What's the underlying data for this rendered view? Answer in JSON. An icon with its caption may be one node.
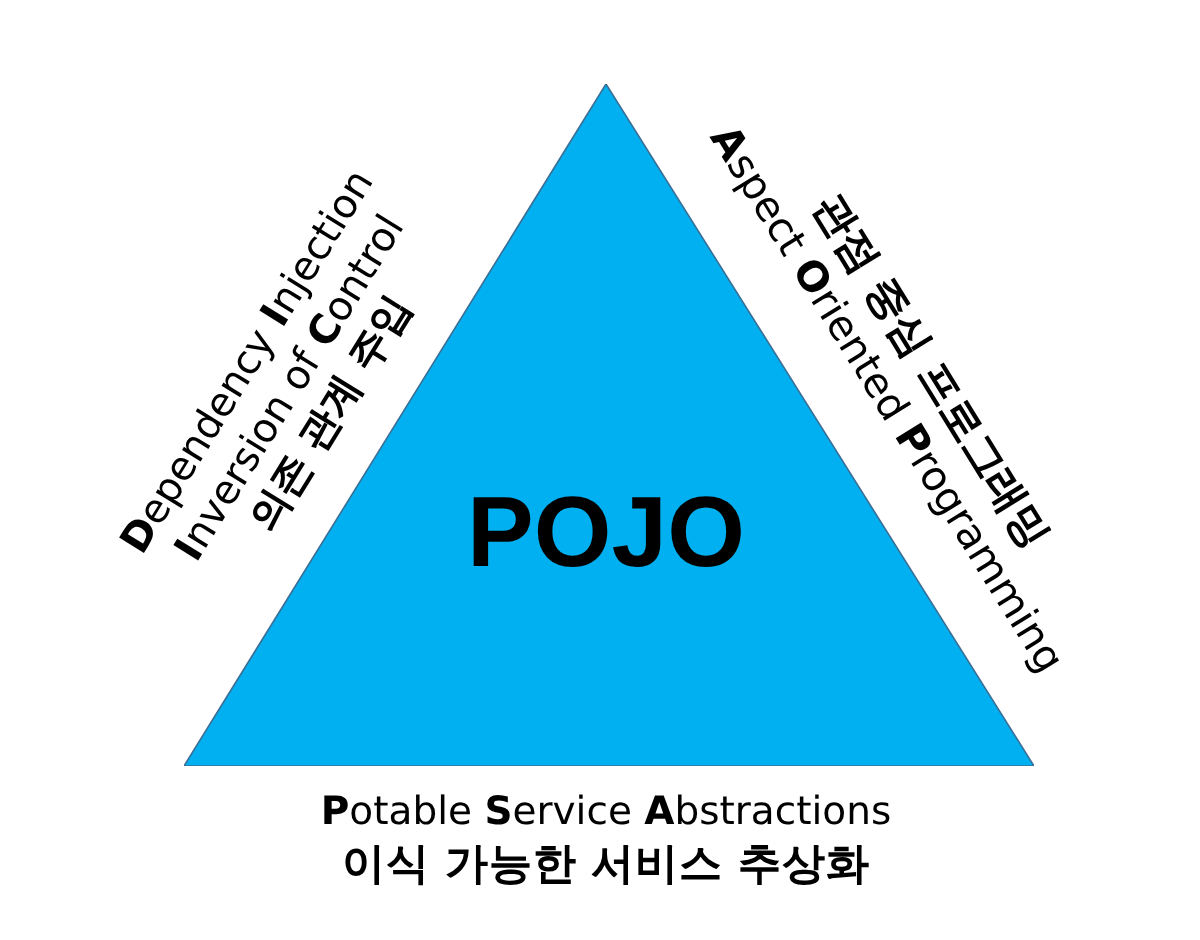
{
  "diagram": {
    "nodes": [
      {
        "text": [
          "POJO"
        ]
      }
    ],
    "labels": [
      "**D**ependency **I**njection",
      "**I**nversion of **C**ontrol",
      "의존 관계 주입",
      "관점 중심 프로그래밍",
      "**A**spect **O**riented **P**rogramming",
      "**P**otable **S**ervice **A**bstractions",
      "이식 가능한 서비스 추상화"
    ]
  }
}
